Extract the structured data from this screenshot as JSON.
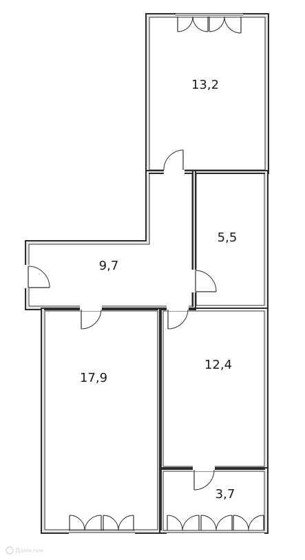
{
  "rooms": [
    {
      "id": "room-top",
      "area": "13,2"
    },
    {
      "id": "room-mid-right",
      "area": "5,5"
    },
    {
      "id": "room-hall",
      "area": "9,7"
    },
    {
      "id": "room-left",
      "area": "17,9"
    },
    {
      "id": "room-right",
      "area": "12,4"
    },
    {
      "id": "room-small",
      "area": "3,7"
    }
  ],
  "watermark": {
    "text": "Домклик"
  },
  "colors": {
    "wall": "#2b2b2b",
    "wall_fill": "#e6e6e6",
    "background": "#ffffff"
  }
}
